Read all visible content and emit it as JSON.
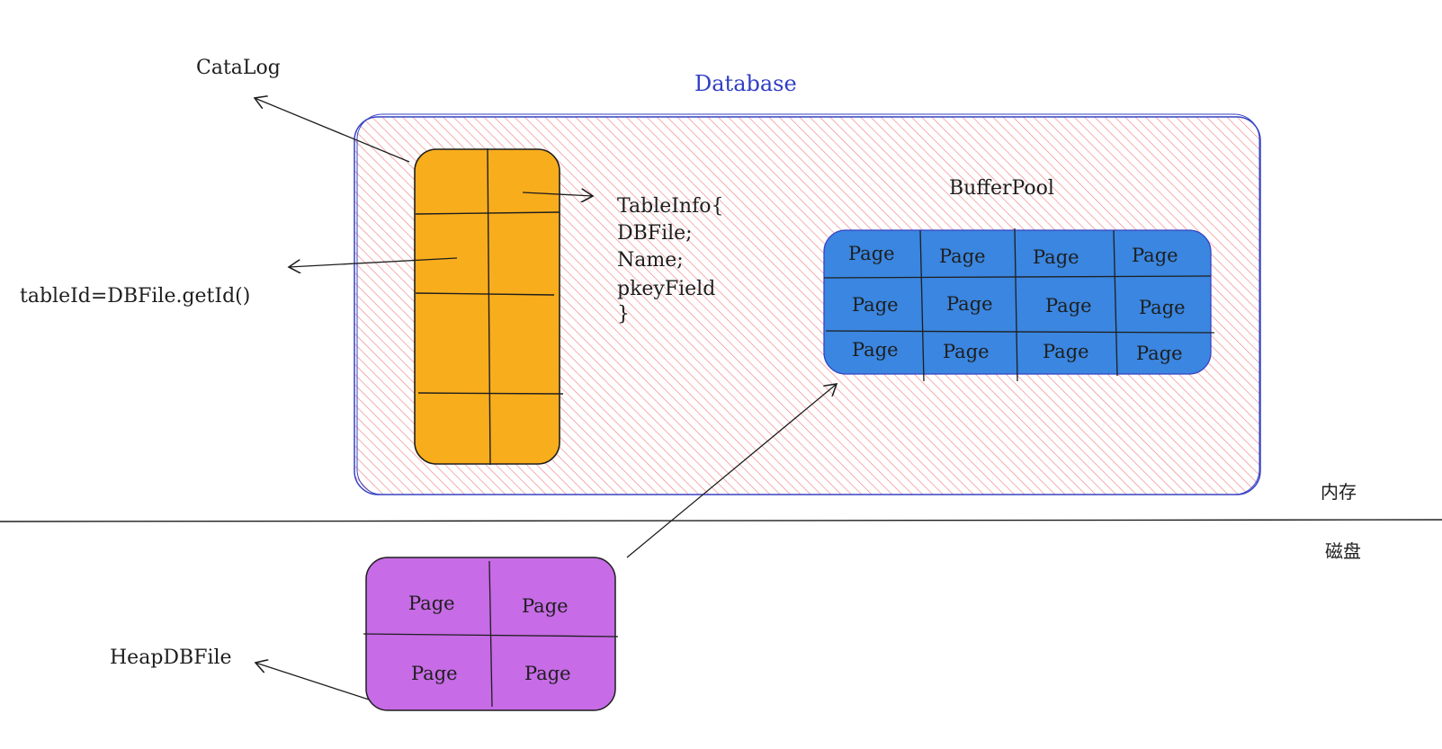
{
  "labels": {
    "database": "Database",
    "catalog": "CataLog",
    "table_id": "tableId=DBFile.getId()",
    "buffer_pool": "BufferPool",
    "heap_db_file": "HeapDBFile",
    "memory": "内存",
    "disk": "磁盘"
  },
  "table_info": [
    "TableInfo{",
    "DBFile;",
    "Name;",
    "pkeyField",
    "}"
  ],
  "buffer_pool_pages": [
    [
      "Page",
      "Page",
      "Page",
      "Page"
    ],
    [
      "Page",
      "Page",
      "Page",
      "Page"
    ],
    [
      "Page",
      "Page",
      "Page",
      "Page"
    ]
  ],
  "heap_file_pages": [
    [
      "Page",
      "Page"
    ],
    [
      "Page",
      "Page"
    ]
  ],
  "colors": {
    "database_hatch": "#f28b8b",
    "database_border": "#3742c4",
    "catalog_fill": "#f8ad1c",
    "buffer_pool_fill": "#3a86e0",
    "heap_file_fill": "#c76be6",
    "stroke": "#1e1e1e"
  }
}
